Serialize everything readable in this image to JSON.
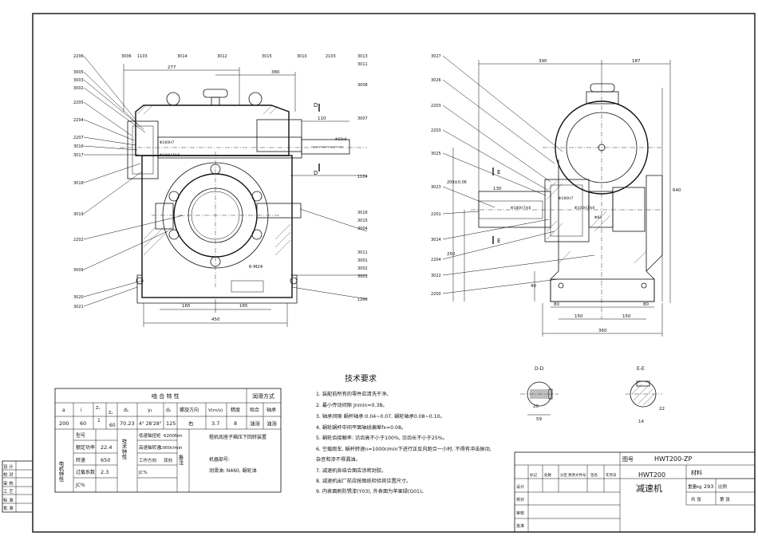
{
  "tech_requirements": {
    "title": "技术要求",
    "items": [
      "1. 装配前所有的零件应清洗干净。",
      "2. 最小传动间隙 Jnmin=0.38。",
      "3. 轴承间隙 蜗杆轴承:0.04~0.07, 蜗轮轴承0.08~0.10。",
      "4. 蜗轮蜗杆中间平面轴线偏差fx=0.08。",
      "5. 蜗轮齿接触率: 沿齿高不小于100%, 沿齿长不小于25%。",
      "6. 空载跑车, 蜗杆转速n=1000r/min下进行正反向跑合一小时, 不得有冲击振动,",
      "   杂音和渗不得漏油。",
      "7. 减速机各结合面应涂密封胶。",
      "8. 减速机出厂前应按图纸检验其位置尺寸。",
      "9. 内表面刷防锈漆(Y03), 外表面为苹果绿(G01)。"
    ]
  },
  "params": {
    "header_main": "啮 合 特 性",
    "header_lube": "润滑方式",
    "cols": [
      "a",
      "i",
      "Z₁",
      "Z₂",
      "d₁",
      "γ₁",
      "d₂",
      "螺旋方向",
      "V(m/s)",
      "精度",
      "啮合",
      "轴承"
    ],
    "row": [
      "200",
      "60",
      "1",
      "60",
      "70.23",
      "4° 28'28\"",
      "125",
      "右",
      "3.7",
      "8",
      "油浴",
      "油浴"
    ],
    "motor_label": "电机特性",
    "motor_rows": [
      [
        "型号",
        ""
      ],
      [
        "额定功率",
        "22.4"
      ],
      [
        "转速",
        "650"
      ],
      [
        "过载系数",
        "2.3"
      ],
      [
        "JC%",
        ""
      ]
    ],
    "tech_label": "技术特性",
    "tech_rows": [
      [
        "低速轴扭矩",
        "6200Nm"
      ],
      [
        "高速轴转速",
        "1000r/min"
      ],
      [
        "工作方向",
        "双向"
      ],
      [
        "JC%",
        ""
      ]
    ],
    "remark_label": "备注",
    "remark_lines": [
      "粗机底座子箱压下回转装置",
      "",
      "机器部号:",
      "润滑油: N460, 蜗轮油"
    ]
  },
  "title_block": {
    "drawing_no_label": "图号",
    "drawing_no": "HWT200-ZP",
    "product_model": "HWT200",
    "product_name": "减速机",
    "material_label": "材料",
    "weight_label": "重量kg",
    "weight": "293",
    "scale_label": "比例",
    "sheet_label": "共 张",
    "sheet_of": "第 张",
    "rev_headers": [
      "标记",
      "处数",
      "分区",
      "更改文件号",
      "签名",
      "年月日"
    ],
    "roles": [
      "设计",
      "校对",
      "审核",
      "批准"
    ]
  },
  "side_stamp": [
    "设 计",
    "校 对",
    "审 核",
    "工 艺",
    "标 准",
    "批 准"
  ],
  "section_labels": {
    "dd": "D-D",
    "ee": "E-E",
    "d": "D",
    "e": "E"
  },
  "dims": {
    "width_450": "450",
    "half_165a": "165",
    "half_165b": "165",
    "top_277": "277",
    "top_380": "380",
    "shaft_110": "110",
    "hole_label": "6-M24",
    "side_390": "390",
    "side_187": "187",
    "side_640": "640",
    "side_360": "360",
    "side_150a": "150",
    "side_150b": "150",
    "side_80a": "80",
    "side_80b": "80",
    "side_130": "130",
    "side_250": "250",
    "side_40": "40",
    "side_200": "200±0.06",
    "dd_20": "20",
    "dd_59": "59",
    "ee_22": "22",
    "ee_14": "14"
  },
  "front_callouts_left": [
    "2206",
    "3005",
    "3003",
    "3002",
    "2205",
    "2204",
    "2207",
    "3016",
    "3017",
    "3018",
    "3019",
    "2202",
    "3009",
    "3020",
    "3021"
  ],
  "front_callouts_top": [
    "3006",
    "1103",
    "3014",
    "3012",
    "3015",
    "3010",
    "2103",
    "3013",
    "3011",
    "3008",
    "3007"
  ],
  "front_callouts_right": [
    "1104",
    "3016",
    "3015",
    "3004",
    "3011",
    "3001",
    "3002",
    "3003",
    "1200"
  ],
  "side_callouts": [
    "3027",
    "3026",
    "2203",
    "2203",
    "3025",
    "3023",
    "2201",
    "3024",
    "2204",
    "3022",
    "2200"
  ],
  "front_inner_text": [
    "Φ180H7/k6",
    "Φ160H7",
    "Φ55k6"
  ],
  "side_inner_text": [
    "Φ180H7/k6",
    "Φ180H7",
    "Φ100H7/k6",
    "Φ60"
  ]
}
